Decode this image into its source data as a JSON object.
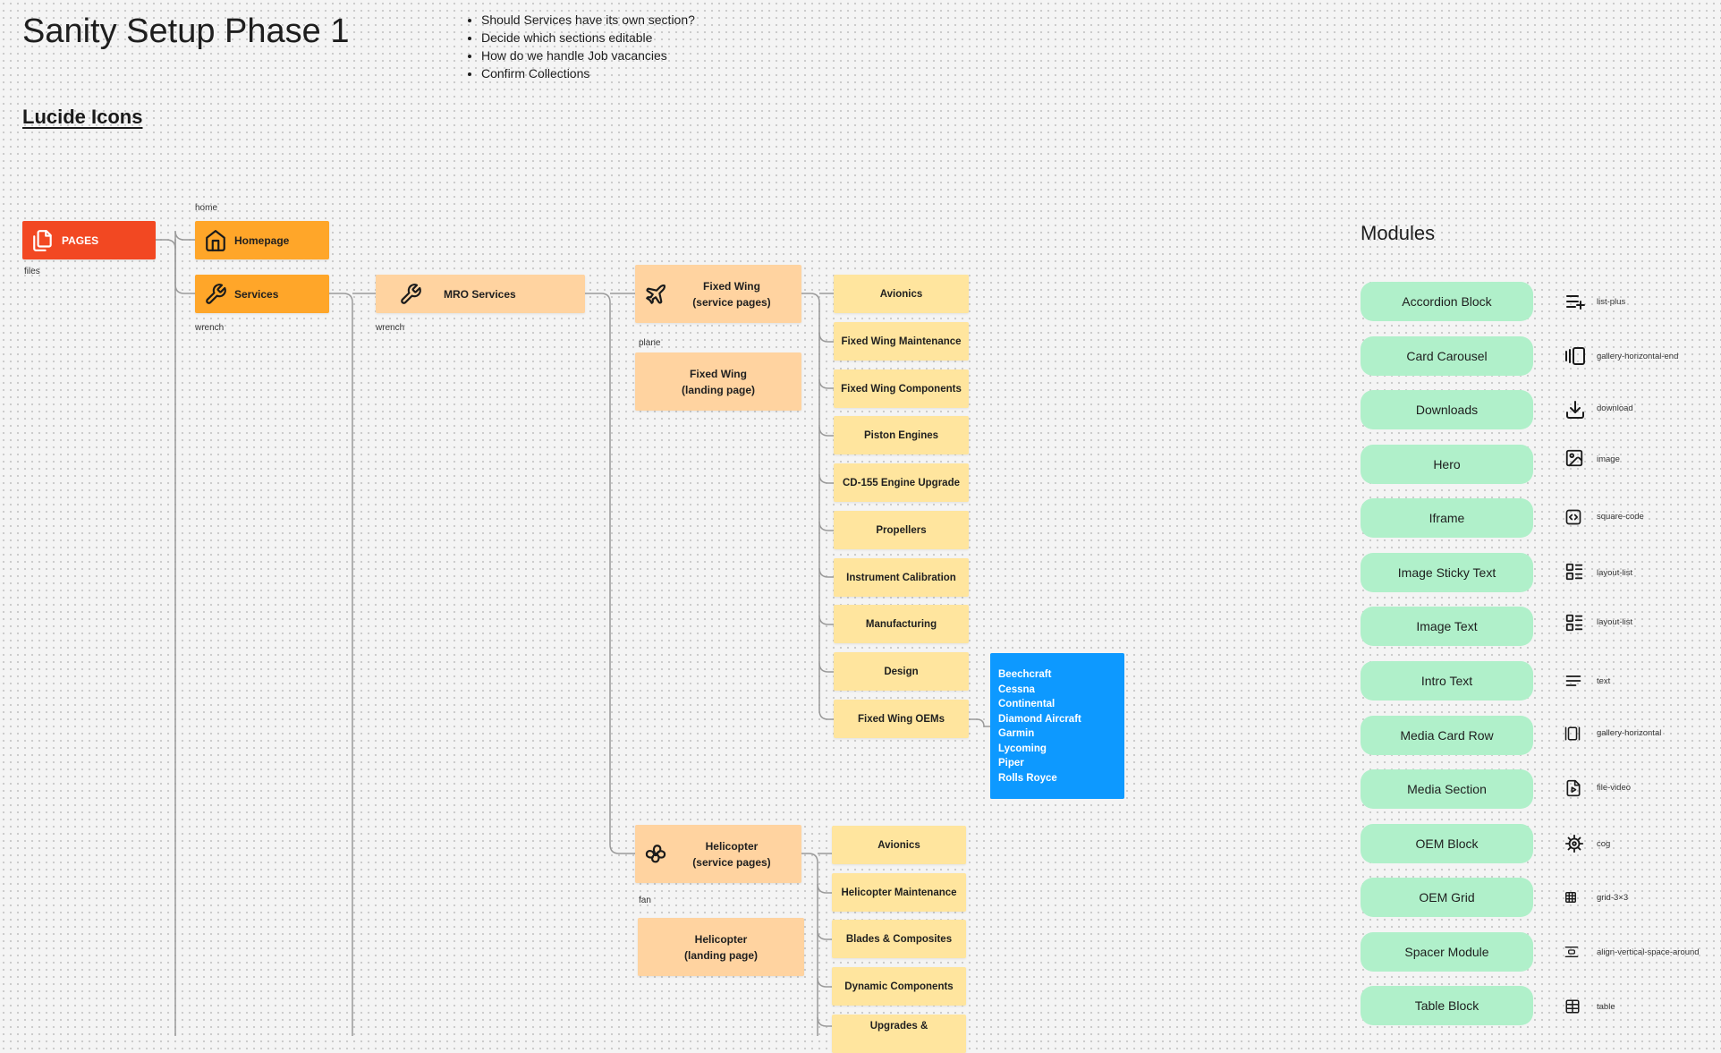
{
  "page": {
    "title": "Sanity Setup Phase 1",
    "subtitle": "Lucide Icons",
    "notes": [
      "Should Services have its own section?",
      "Decide which sections editable",
      "How do we handle Job vacancies",
      "Confirm Collections"
    ]
  },
  "tree": {
    "pages": {
      "label": "PAGES",
      "icon": "files",
      "caption": "files"
    },
    "homepage": {
      "label": "Homepage",
      "icon": "home",
      "caption": "home"
    },
    "services": {
      "label": "Services",
      "icon": "wrench",
      "caption": "wrench"
    },
    "mro": {
      "label": "MRO Services",
      "icon": "wrench",
      "caption": "wrench"
    },
    "fixed_wing_service": {
      "line1": "Fixed Wing",
      "line2": "(service pages)",
      "icon": "plane",
      "caption": "plane"
    },
    "fixed_wing_landing": {
      "line1": "Fixed Wing",
      "line2": "(landing page)"
    },
    "fixed_wing_children": [
      "Avionics",
      "Fixed Wing Maintenance",
      "Fixed Wing Components",
      "Piston Engines",
      "CD-155 Engine Upgrade",
      "Propellers",
      "Instrument Calibration",
      "Manufacturing",
      "Design",
      "Fixed Wing OEMs"
    ],
    "oem_list": [
      "Beechcraft",
      "Cessna",
      "Continental",
      "Diamond Aircraft",
      "Garmin",
      "Lycoming",
      "Piper",
      "Rolls Royce"
    ],
    "helicopter_service": {
      "line1": "Helicopter",
      "line2": "(service pages)",
      "icon": "fan",
      "caption": "fan"
    },
    "helicopter_landing": {
      "line1": "Helicopter",
      "line2": "(landing page)"
    },
    "helicopter_children": [
      "Avionics",
      "Helicopter Maintenance",
      "Blades & Composites",
      "Dynamic Components",
      "Upgrades &"
    ]
  },
  "modules": {
    "title": "Modules",
    "items": [
      {
        "label": "Accordion Block",
        "icon": "list-plus"
      },
      {
        "label": "Card Carousel",
        "icon": "gallery-horizontal-end"
      },
      {
        "label": "Downloads",
        "icon": "download"
      },
      {
        "label": "Hero",
        "icon": "image"
      },
      {
        "label": "Iframe",
        "icon": "square-code"
      },
      {
        "label": "Image Sticky Text",
        "icon": "layout-list"
      },
      {
        "label": "Image Text",
        "icon": "layout-list"
      },
      {
        "label": "Intro Text",
        "icon": "text"
      },
      {
        "label": "Media Card Row",
        "icon": "gallery-horizontal"
      },
      {
        "label": "Media Section",
        "icon": "file-video"
      },
      {
        "label": "OEM Block",
        "icon": "cog"
      },
      {
        "label": "OEM Grid",
        "icon": "grid-3×3"
      },
      {
        "label": "Spacer Module",
        "icon": "align-vertical-space-around"
      },
      {
        "label": "Table Block",
        "icon": "table"
      }
    ]
  },
  "colors": {
    "pages": "#f24822",
    "level1": "#ffa629",
    "level2": "#ffd3a0",
    "leaf": "#ffe59e",
    "oem_box": "#0d99ff",
    "module_pill": "#b0f0ca",
    "connector": "#9a9a9a"
  }
}
